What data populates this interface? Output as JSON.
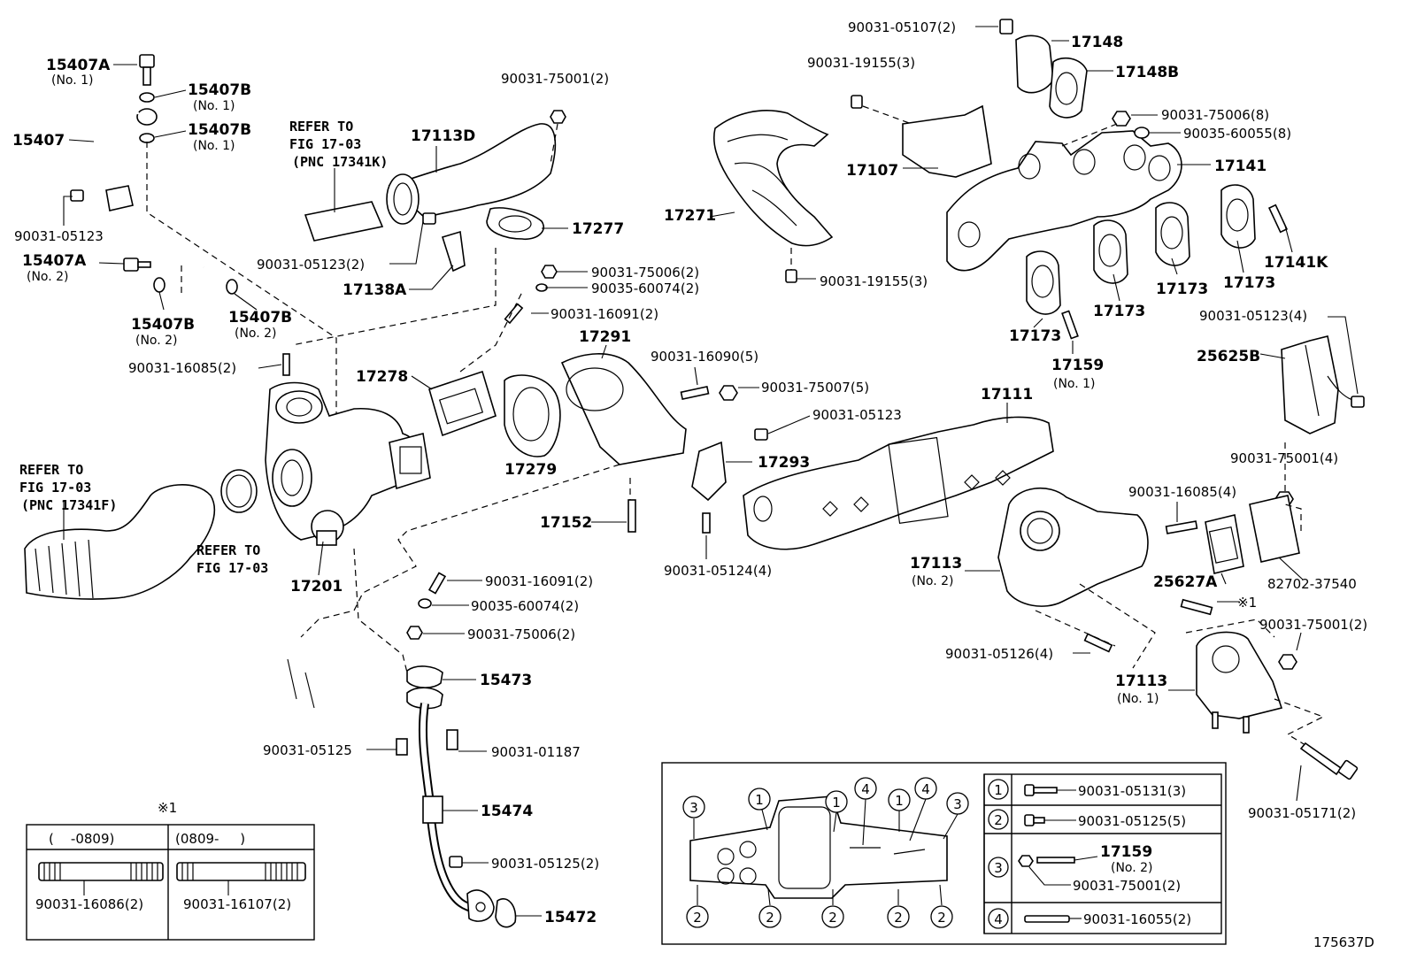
{
  "diagram_id": "175637D",
  "labels": {
    "p15407A": "15407A",
    "p15407A_no1": "(No. 1)",
    "p15407B_a": "15407B",
    "p15407B_a_no": "(No. 1)",
    "p15407B_b": "15407B",
    "p15407B_b_no": "(No. 1)",
    "p15407": "15407",
    "b90031_05123_a": "90031-05123",
    "p15407A_2": "15407A",
    "p15407A_2_no": "(No. 2)",
    "p15407B_c": "15407B",
    "p15407B_c_no": "(No. 2)",
    "p15407B_d": "15407B",
    "p15407B_d_no": "(No. 2)",
    "b90031_16085_2": "90031-16085(2)",
    "ref1_l1": "REFER TO",
    "ref1_l2": "FIG 17-03",
    "ref1_l3": "(PNC 17341K)",
    "p17113D": "17113D",
    "b90031_75001_2_top": "90031-75001(2)",
    "p17277": "17277",
    "b90031_05123_2": "90031-05123(2)",
    "p17138A": "17138A",
    "b90031_75006_2_top": "90031-75006(2)",
    "b90035_60074_2_top": "90035-60074(2)",
    "b90031_16091_2_top": "90031-16091(2)",
    "p17278": "17278",
    "p17291": "17291",
    "p17279": "17279",
    "b90031_16090_5": "90031-16090(5)",
    "b90031_75007_5": "90031-75007(5)",
    "b90031_05123_b": "90031-05123",
    "p17293": "17293",
    "p17111": "17111",
    "p17152": "17152",
    "b90031_05124_4": "90031-05124(4)",
    "ref2_l1": "REFER TO",
    "ref2_l2": "FIG 17-03",
    "ref2_l3": "(PNC 17341F)",
    "ref3_l1": "REFER TO",
    "ref3_l2": "FIG 17-03",
    "p17201": "17201",
    "b90031_16091_2_mid": "90031-16091(2)",
    "b90035_60074_2_mid": "90035-60074(2)",
    "b90031_75006_2_mid": "90031-75006(2)",
    "p15473": "15473",
    "b90031_05125": "90031-05125",
    "b90031_01187": "90031-01187",
    "p15474": "15474",
    "b90031_05125_2": "90031-05125(2)",
    "p15472": "15472",
    "b90031_05107_2": "90031-05107(2)",
    "p17148": "17148",
    "b90031_19155_3_top": "90031-19155(3)",
    "p17148B": "17148B",
    "b90031_75006_8": "90031-75006(8)",
    "b90035_60055_8": "90035-60055(8)",
    "p17107": "17107",
    "p17141": "17141",
    "p17271": "17271",
    "b90031_19155_3_bot": "90031-19155(3)",
    "p17141K": "17141K",
    "p17173_a": "17173",
    "p17173_b": "17173",
    "p17173_c": "17173",
    "p17173_d": "17173",
    "p17159": "17159",
    "p17159_no": "(No. 1)",
    "b90031_05123_4": "90031-05123(4)",
    "p25625B": "25625B",
    "b90031_75001_4": "90031-75001(4)",
    "b90031_16085_4": "90031-16085(4)",
    "p17113_2": "17113",
    "p17113_2_no": "(No. 2)",
    "p25627A": "25627A",
    "b82702_37540": "82702-37540",
    "mark1_right": "※1",
    "b90031_75001_2_right": "90031-75001(2)",
    "b90031_05126_4": "90031-05126(4)",
    "p17113_1": "17113",
    "p17113_1_no": "(No. 1)",
    "b90031_05171_2": "90031-05171(2)"
  },
  "variant_table": {
    "mark": "※1",
    "col1_header": "(    -0809)",
    "col2_header": "(0809-     )",
    "col1_part": "90031-16086(2)",
    "col2_part": "90031-16107(2)"
  },
  "legend": {
    "rows": [
      {
        "num": "1",
        "part": "90031-05131(3)"
      },
      {
        "num": "2",
        "part": "90031-05125(5)"
      },
      {
        "num": "3",
        "part_a": "17159",
        "part_a_no": "(No. 2)",
        "part": "90031-75001(2)"
      },
      {
        "num": "4",
        "part": "90031-16055(2)"
      }
    ],
    "gasket_callouts": [
      "3",
      "1",
      "1",
      "4",
      "1",
      "4",
      "3",
      "2",
      "2",
      "2",
      "2",
      "2"
    ]
  }
}
